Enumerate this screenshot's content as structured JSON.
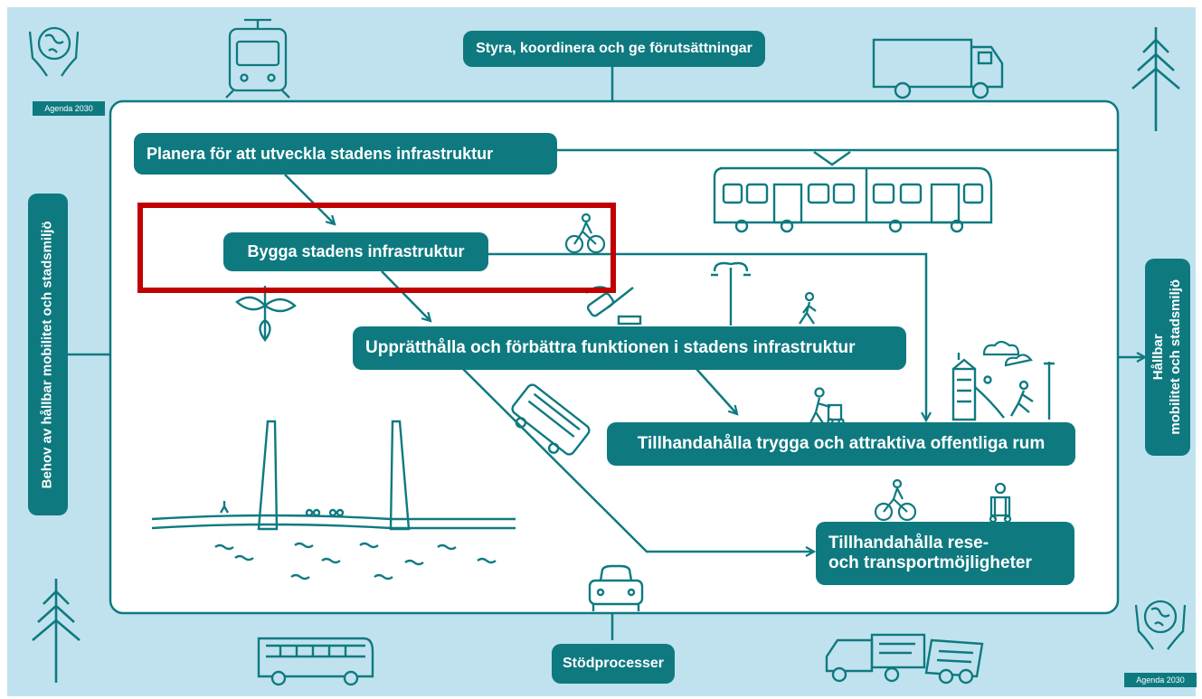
{
  "colors": {
    "background": "#c0e2ee",
    "accent": "#0e7a80",
    "panel": "#ffffff",
    "highlight": "#c00000"
  },
  "top_box": "Styra, koordinera och ge förutsättningar",
  "bottom_box": "Stödprocesser",
  "left_box": "Behov av hållbar mobilitet och stadsmiljö",
  "right_box": [
    "Hållbar",
    "mobilitet och stadsmiljö"
  ],
  "badge_label": "Agenda 2030",
  "steps": {
    "plan": "Planera för att utveckla stadens infrastruktur",
    "build": "Bygga stadens infrastruktur",
    "maintain": "Upprätthålla och förbättra funktionen i stadens infrastruktur",
    "public_spaces": "Tillhandahålla trygga och attraktiva offentliga rum",
    "travel": [
      "Tillhandahålla rese-",
      "och transportmöjligheter"
    ]
  },
  "icons": [
    "globe-hands-icon",
    "tram-front-icon",
    "truck-icon",
    "pine-tree-icon",
    "tram-side-icon",
    "cyclist-icon",
    "sprout-icon",
    "gavel-icon",
    "street-lamp-icon",
    "pedestrian-icon",
    "bus-icon",
    "playground-icon",
    "elderly-walker-icon",
    "bridge-icon",
    "wheelchair-icon",
    "car-icon",
    "coach-bus-icon",
    "garbage-truck-icon"
  ]
}
